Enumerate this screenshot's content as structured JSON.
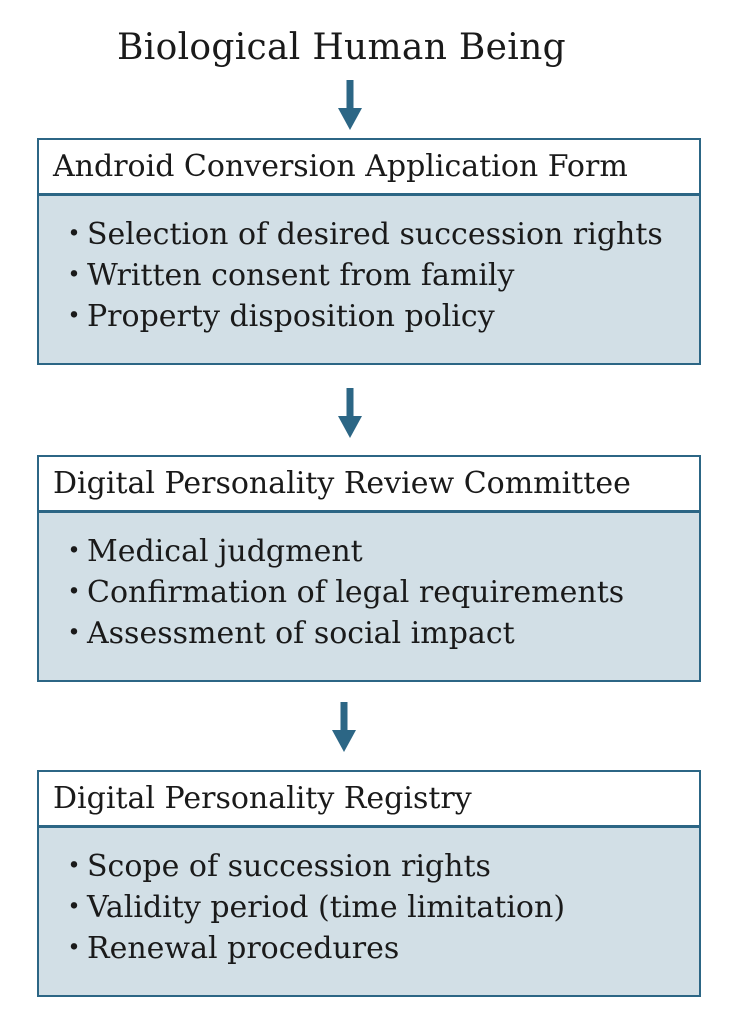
{
  "diagram": {
    "title": "Biological Human Being",
    "colors": {
      "accent": "#2c6685",
      "box_fill": "#d2dfe6",
      "header_fill": "#ffffff"
    },
    "bullet_char": "・",
    "steps": [
      {
        "header": "Android Conversion Application Form",
        "items": [
          "Selection of desired succession rights",
          "Written consent from family",
          "Property disposition policy"
        ]
      },
      {
        "header": "Digital Personality Review Committee",
        "items": [
          "Medical judgment",
          "Confirmation of legal requirements",
          "Assessment of social impact"
        ]
      },
      {
        "header": "Digital Personality Registry",
        "items": [
          "Scope of succession rights",
          "Validity period (time limitation)",
          "Renewal procedures"
        ]
      }
    ]
  }
}
